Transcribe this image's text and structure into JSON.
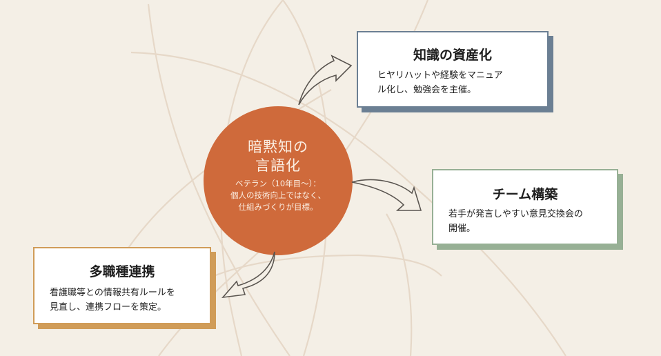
{
  "colors": {
    "background": "#f4efe6",
    "background_lines": "#e6d8c8",
    "center": "#cf6a3b",
    "center_text": "#fbeee2",
    "arrow_stroke": "#5a5550",
    "card_knowledge": "#6b7f93",
    "card_team": "#97b095",
    "card_collab": "#d09c58"
  },
  "center": {
    "title_line1": "暗黙知の",
    "title_line2": "言語化",
    "sub_line1": "ベテラン（10年目〜）：",
    "sub_line2": "個人の技術向上ではなく、",
    "sub_line3": "仕組みづくりが目標。"
  },
  "cards": [
    {
      "id": "knowledge",
      "title": "知識の資産化",
      "body_line1": "ヒヤリハットや経験をマニュア",
      "body_line2": "ル化し、勉強会を主催。"
    },
    {
      "id": "team",
      "title": "チーム構築",
      "body_line1": "若手が発言しやすい意見交換会の",
      "body_line2": "開催。"
    },
    {
      "id": "collab",
      "title": "多職種連携",
      "body_line1": "看護職等との情報共有ルールを",
      "body_line2": "見直し、連携フローを策定。"
    }
  ],
  "icons": {
    "arrow_to_knowledge": "curved-arrow-up-right",
    "arrow_to_team": "curved-arrow-right-down",
    "arrow_to_collab": "curved-arrow-down-left"
  }
}
